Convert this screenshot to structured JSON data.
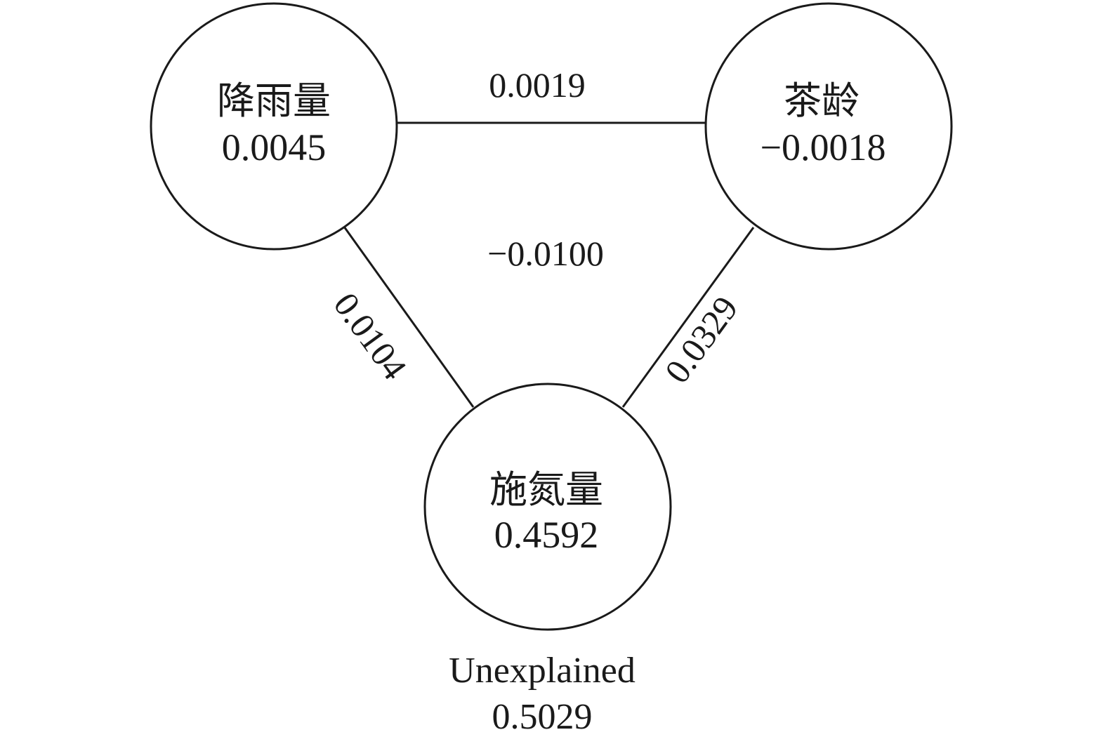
{
  "nodes": {
    "rainfall": {
      "label": "降雨量",
      "value": "0.0045"
    },
    "tea_age": {
      "label": "茶龄",
      "value": "−0.0018"
    },
    "nitrogen": {
      "label": "施氮量",
      "value": "0.4592"
    }
  },
  "edges": {
    "rainfall_tea_age": "0.0019",
    "rainfall_nitrogen": "0.0104",
    "tea_age_nitrogen": "0.0329",
    "three_way": "−0.0100"
  },
  "unexplained": {
    "label": "Unexplained",
    "value": "0.5029"
  },
  "colors": {
    "stroke": "#1a1a1a",
    "background": "#ffffff"
  }
}
